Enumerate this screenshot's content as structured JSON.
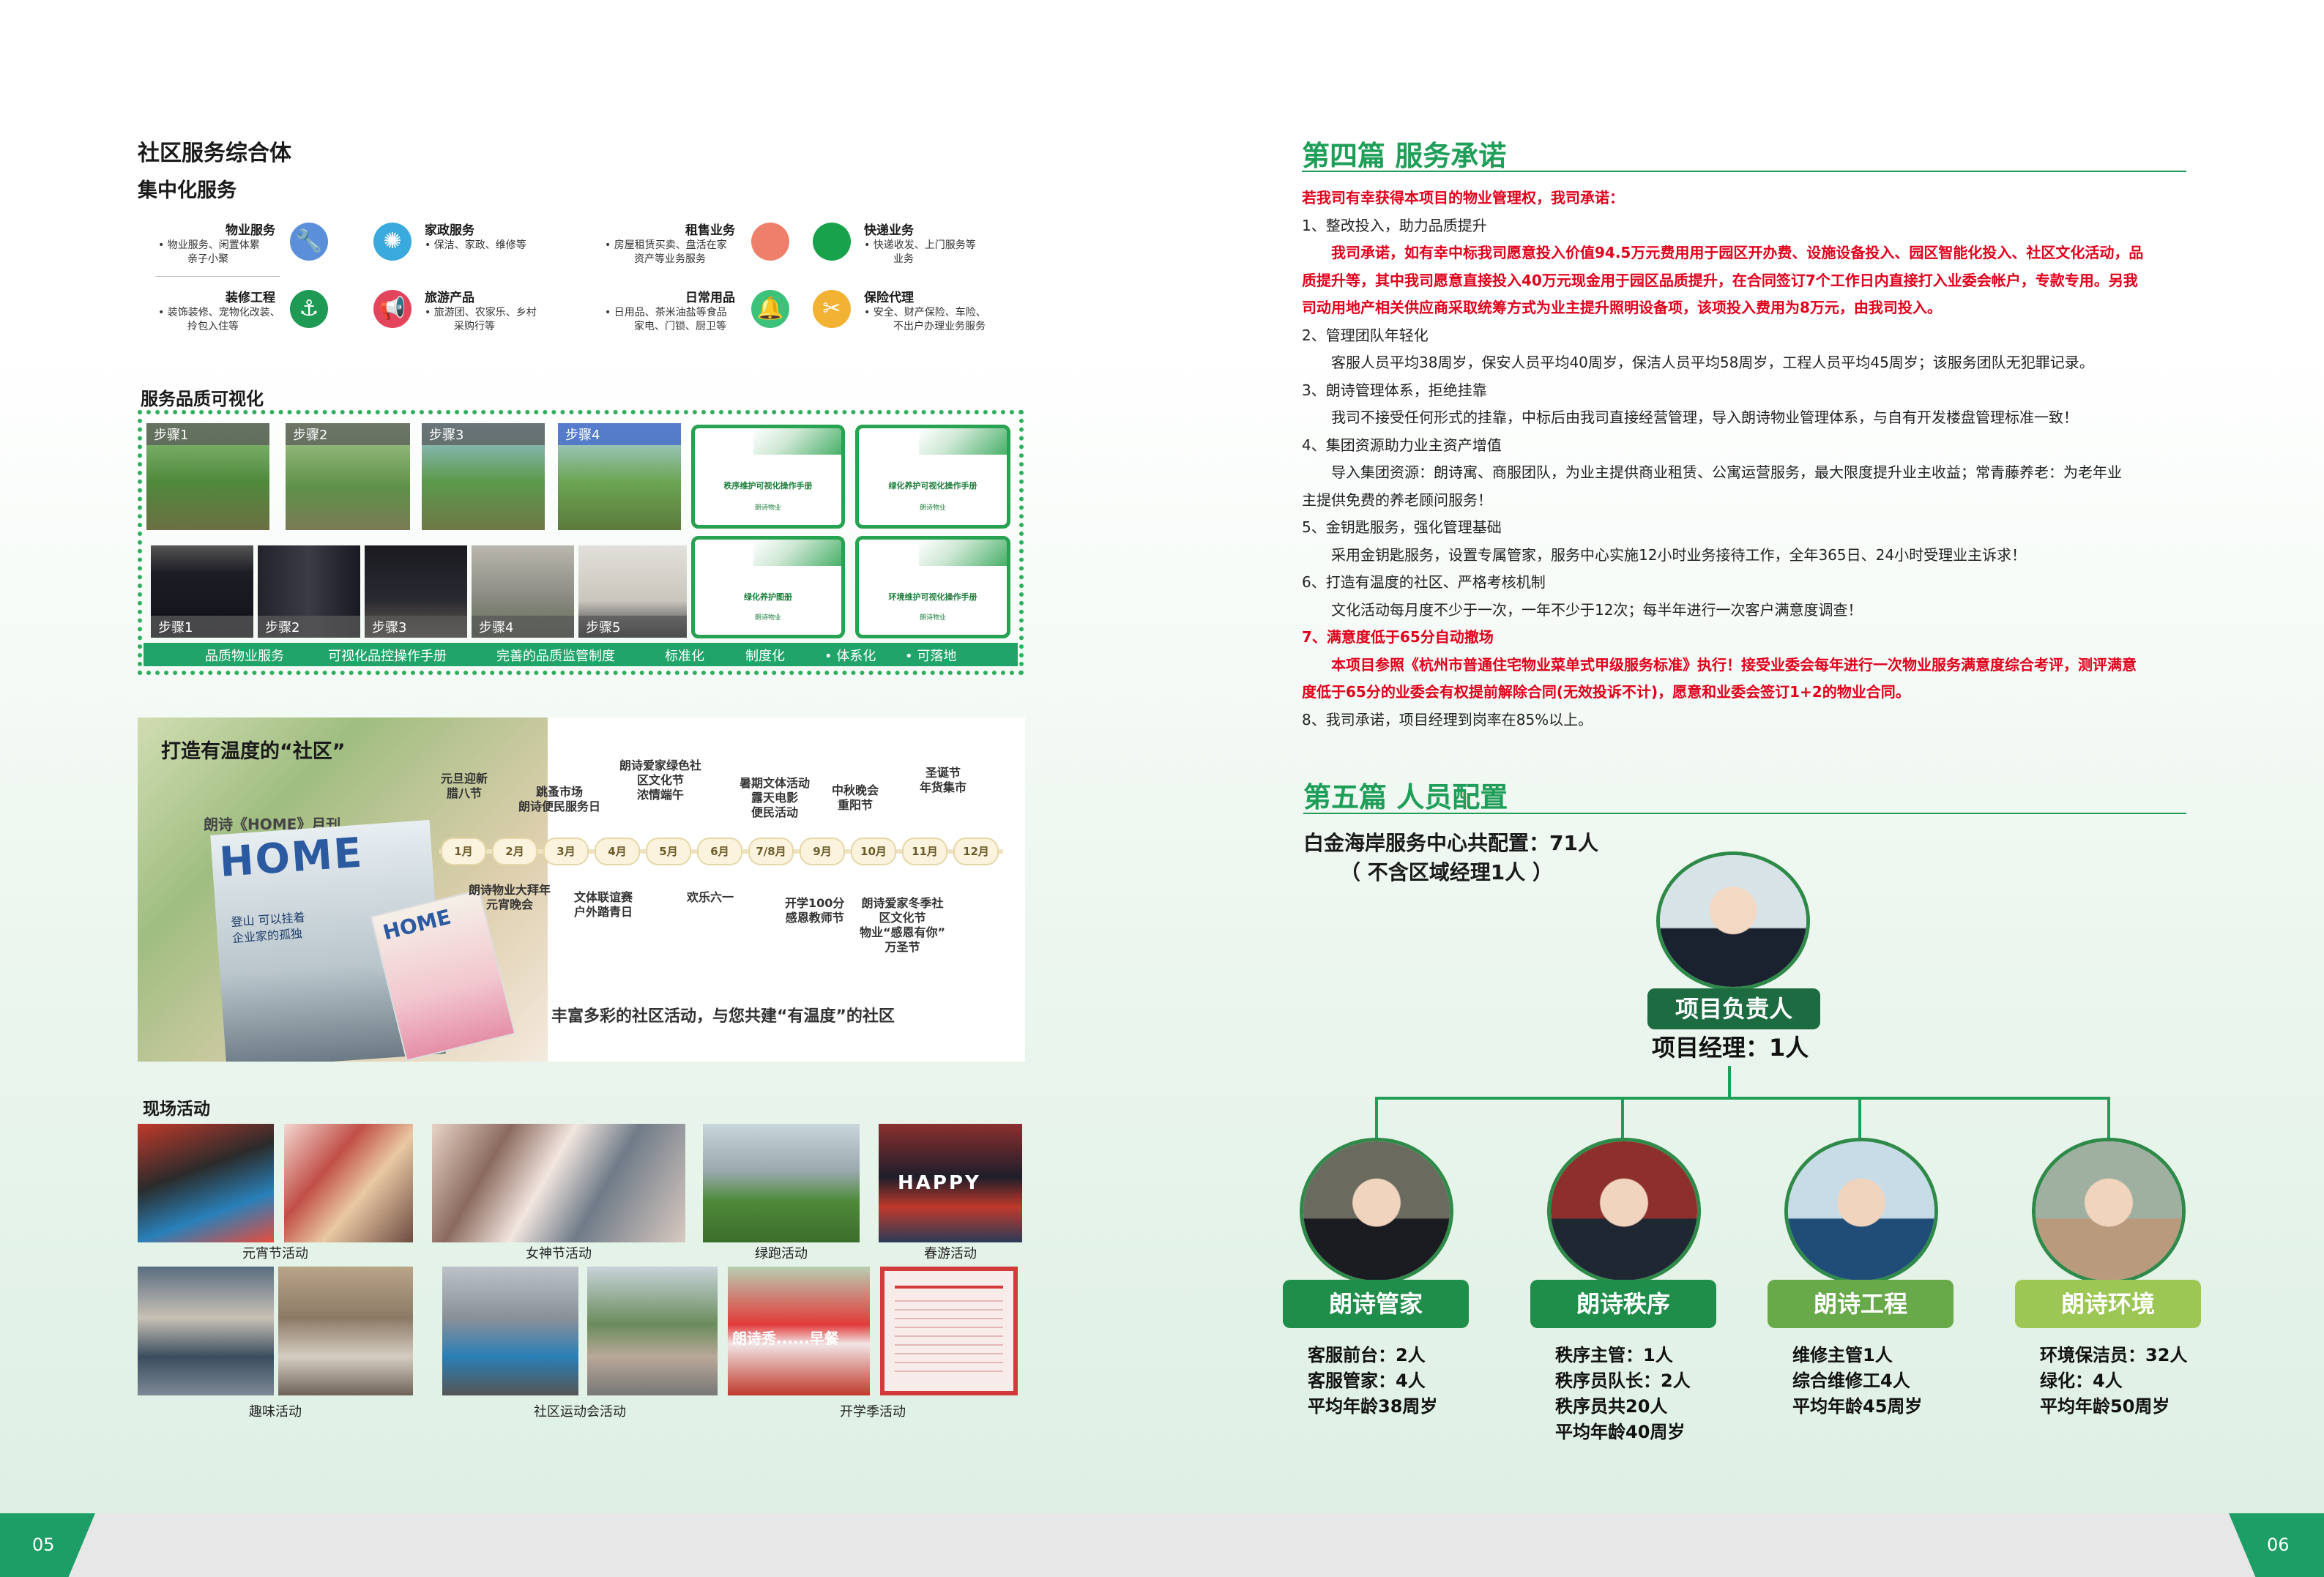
{
  "left": {
    "title": "社区服务综合体",
    "subtitle": "集中化服务",
    "services": [
      {
        "name": "物业服务",
        "desc1": "• 物业服务、闲置体累",
        "desc2": "亲子小聚",
        "icon": "wrench-icon",
        "color": "#5b8fd9"
      },
      {
        "name": "家政服务",
        "desc1": "• 保洁、家政、维修等",
        "desc2": "",
        "icon": "sun-icon",
        "color": "#3aa9dd"
      },
      {
        "name": "租售业务",
        "desc1": "• 房屋租赁买卖、盘活在家",
        "desc2": "资产等业务服务",
        "icon": "circle-icon",
        "color": "#ee7f6a"
      },
      {
        "name": "快递业务",
        "desc1": "• 快递收发、上门服务等",
        "desc2": "业务",
        "icon": "circle-icon",
        "color": "#18a24b"
      },
      {
        "name": "装修工程",
        "desc1": "• 装饰装修、宠物化改装、",
        "desc2": "拎包入住等",
        "icon": "anchor-icon",
        "color": "#1f9a55"
      },
      {
        "name": "旅游产品",
        "desc1": "• 旅游团、农家乐、乡村",
        "desc2": "采购行等",
        "icon": "megaphone-icon",
        "color": "#e2455c"
      },
      {
        "name": "日常用品",
        "desc1": "• 日用品、茶米油盐等食品",
        "desc2": "家电、门锁、厨卫等",
        "icon": "bell-icon",
        "color": "#3cc27a"
      },
      {
        "name": "保险代理",
        "desc1": "• 安全、财产保险、车险、",
        "desc2": "不出户办理业务服务",
        "icon": "tools-icon",
        "color": "#f2b233"
      }
    ],
    "quality": {
      "title": "服务品质可视化",
      "steps_top": [
        "步骤1",
        "步骤2",
        "步骤3",
        "步骤4"
      ],
      "steps_bottom": [
        "步骤1",
        "步骤2",
        "步骤3",
        "步骤4",
        "步骤5"
      ],
      "manuals": [
        "秩序维护可视化操作手册",
        "绿化养护可视化操作手册",
        "绿化养护图册",
        "环境维护可视化操作手册"
      ],
      "manual_logo": "朗诗物业",
      "bar": [
        "品质物业服务",
        "可视化品控操作手册",
        "完善的品质监管制度",
        "标准化",
        "制度化",
        "• 体系化",
        "• 可落地"
      ]
    },
    "warm": {
      "title": "打造有温度的“社区”",
      "magazine_label": "朗诗《HOME》月刊",
      "magazine_word": "HOME",
      "magazine_cover_text": "登山 可以挂着 企业家的孤独",
      "months": [
        "1月",
        "2月",
        "3月",
        "4月",
        "5月",
        "6月",
        "7/8月",
        "9月",
        "10月",
        "11月",
        "12月"
      ],
      "events_top": [
        "元旦迎新\n腊八节",
        "跳蚤市场\n朗诗便民服务日",
        "朗诗爱家绿色社\n区文化节\n浓情端午",
        "暑期文体活动\n露天电影\n便民活动",
        "中秋晚会\n重阳节",
        "圣诞节\n年货集市"
      ],
      "events_bottom": [
        "朗诗物业大拜年\n元宵晚会",
        "文体联谊赛\n户外踏青日",
        "欢乐六一",
        "开学100分\n感恩教师节",
        "朗诗爱家冬季社\n区文化节\n物业“感恩有你”\n万圣节"
      ],
      "slogan": "丰富多彩的社区活动，与您共建“有温度”的社区"
    },
    "site": {
      "title": "现场活动",
      "captions": [
        "元宵节活动",
        "女神节活动",
        "绿跑活动",
        "春游活动",
        "趣味活动",
        "社区运动会活动",
        "开学季活动"
      ],
      "banner_text": "朗诗秀......早餐",
      "photo_text": "HAPPY"
    },
    "page_number": "05"
  },
  "right": {
    "sec4_title": "第四篇 服务承诺",
    "lines": [
      {
        "t": "若我司有幸获得本项目的物业管理权，我司承诺：",
        "red": true
      },
      {
        "t": "1、整改投入，助力品质提升",
        "red": false
      },
      {
        "t": "我司承诺，如有幸中标我司愿意投入价值94.5万元费用用于园区开办费、设施设备投入、园区智能化投入、社区文化活动，品",
        "red": true,
        "indent": true
      },
      {
        "t": "质提升等，其中我司愿意直接投入40万元现金用于园区品质提升，在合同签订7个工作日内直接打入业委会帐户，专款专用。另我",
        "red": true
      },
      {
        "t": "司动用地产相关供应商采取统筹方式为业主提升照明设备项，该项投入费用为8万元，由我司投入。",
        "red": true
      },
      {
        "t": "2、管理团队年轻化",
        "red": false
      },
      {
        "t": "客服人员平均38周岁，保安人员平均40周岁，保洁人员平均58周岁，工程人员平均45周岁；该服务团队无犯罪记录。",
        "red": false,
        "indent": true
      },
      {
        "t": "3、朗诗管理体系，拒绝挂靠",
        "red": false
      },
      {
        "t": "我司不接受任何形式的挂靠，中标后由我司直接经营管理，导入朗诗物业管理体系，与自有开发楼盘管理标准一致！",
        "red": false,
        "indent": true
      },
      {
        "t": "4、集团资源助力业主资产增值",
        "red": false
      },
      {
        "t": "导入集团资源：朗诗寓、商服团队，为业主提供商业租赁、公寓运营服务，最大限度提升业主收益；常青藤养老：为老年业",
        "red": false,
        "indent": true
      },
      {
        "t": "主提供免费的养老顾问服务！",
        "red": false
      },
      {
        "t": "5、金钥匙服务，强化管理基础",
        "red": false
      },
      {
        "t": "采用金钥匙服务，设置专属管家，服务中心实施12小时业务接待工作，全年365日、24小时受理业主诉求！",
        "red": false,
        "indent": true
      },
      {
        "t": "6、打造有温度的社区、严格考核机制",
        "red": false
      },
      {
        "t": "文化活动每月度不少于一次，一年不少于12次；每半年进行一次客户满意度调查！",
        "red": false,
        "indent": true
      },
      {
        "t": "7、满意度低于65分自动撤场",
        "red": true
      },
      {
        "t": "本项目参照《杭州市普通住宅物业菜单式甲级服务标准》执行！接受业委会每年进行一次物业服务满意度综合考评，测评满意",
        "red": true,
        "indent": true
      },
      {
        "t": "度低于65分的业委会有权提前解除合同(无效投诉不计)，愿意和业委会签订1+2的物业合同。",
        "red": true
      },
      {
        "t": "8、我司承诺，项目经理到岗率在85%以上。",
        "red": false
      }
    ],
    "sec5_title": "第五篇 人员配置",
    "total_line1": "白金海岸服务中心共配置：71人",
    "total_line2": "（ 不含区域经理1人 ）",
    "leader": {
      "tag": "项目负责人",
      "line": "项目经理：1人"
    },
    "teams": [
      {
        "tag": "朗诗管家",
        "color": "#1f8e4a",
        "info": [
          "客服前台：2人",
          "客服管家：4人",
          "平均年龄38周岁"
        ]
      },
      {
        "tag": "朗诗秩序",
        "color": "#1f8e4a",
        "info": [
          "秩序主管：1人",
          "秩序员队长：2人",
          "秩序员共20人",
          "平均年龄40周岁"
        ]
      },
      {
        "tag": "朗诗工程",
        "color": "#68a94a",
        "info": [
          "维修主管1人",
          "综合维修工4人",
          "平均年龄45周岁"
        ]
      },
      {
        "tag": "朗诗环境",
        "color": "#9cc755",
        "info": [
          "环境保洁员：32人",
          "绿化：4人",
          "平均年龄50周岁"
        ]
      }
    ],
    "page_number": "06"
  }
}
